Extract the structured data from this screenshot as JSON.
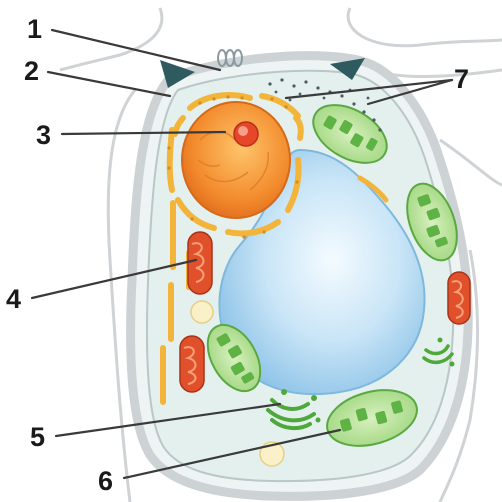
{
  "diagram": {
    "labels": [
      {
        "id": "1",
        "text": "1"
      },
      {
        "id": "2",
        "text": "2"
      },
      {
        "id": "3",
        "text": "3"
      },
      {
        "id": "4",
        "text": "4"
      },
      {
        "id": "5",
        "text": "5"
      },
      {
        "id": "6",
        "text": "6"
      },
      {
        "id": "7",
        "text": "7"
      }
    ]
  },
  "colors": {
    "cell_wall": "#d8dcde",
    "cytoplasm": "#e3f0ee",
    "nucleus": "#f08a2a",
    "nucleolus": "#e8462a",
    "vacuole": "#a9d4ef",
    "chloroplast": "#7cc65a",
    "mitochondrion": "#e0502a",
    "er_golgi": "#f2b43a",
    "golgi": "#4ea83a"
  }
}
